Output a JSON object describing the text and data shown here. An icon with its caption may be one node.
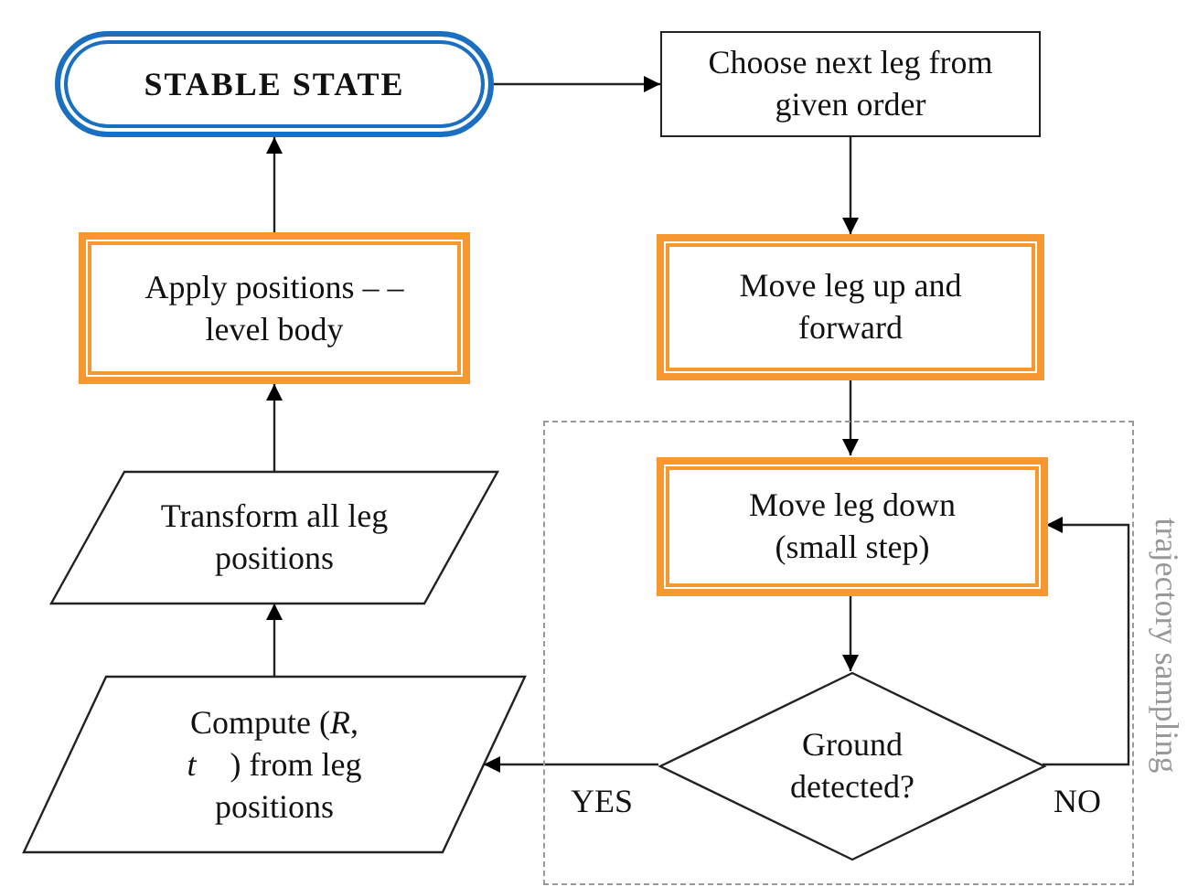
{
  "diagram": {
    "nodes": [
      {
        "text": [
          "STABLE STATE"
        ]
      },
      {
        "text": [
          "Choose next leg from given order"
        ]
      },
      {
        "text": [
          "Move leg up and forward"
        ]
      },
      {
        "text": [
          "trajectory sampling"
        ]
      },
      {
        "text": [
          "Move leg down (small step)"
        ],
        "in": 3
      },
      {
        "text": [
          "Ground detected?"
        ],
        "in": 3
      },
      {
        "text": [
          "Compute (*R*, *t⃗* ) from leg positions"
        ]
      },
      {
        "text": [
          "Transform all leg positions"
        ]
      },
      {
        "text": [
          "Apply positions – – level body"
        ]
      }
    ],
    "edges": [
      {
        "from": 0,
        "to": 1,
        "arrow": "to"
      },
      {
        "from": 1,
        "to": 2,
        "arrow": "to"
      },
      {
        "from": 2,
        "to": 4,
        "arrow": "to"
      },
      {
        "from": 4,
        "to": 5,
        "arrow": "to"
      },
      {
        "from": 5,
        "to": 6,
        "arrow": "to",
        "label": "YES"
      },
      {
        "from": 5,
        "to": 4,
        "arrow": "to",
        "label": "NO"
      },
      {
        "from": 6,
        "to": 7,
        "arrow": "to"
      },
      {
        "from": 7,
        "to": 8,
        "arrow": "to"
      },
      {
        "from": 8,
        "to": 0,
        "arrow": "to"
      }
    ]
  }
}
